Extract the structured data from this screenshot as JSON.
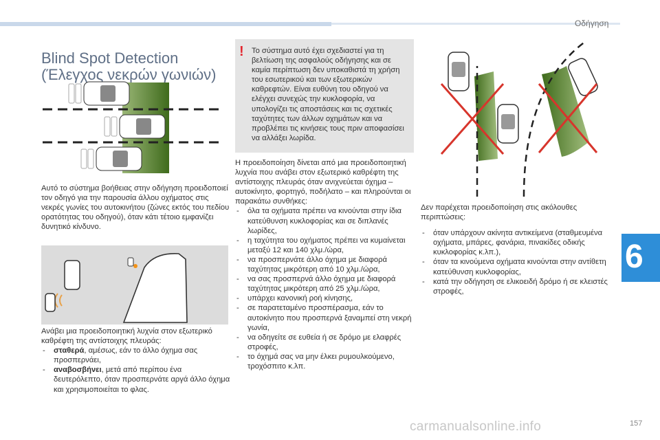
{
  "header": {
    "section": "Οδήγηση",
    "chapter_number": "6"
  },
  "title": "Blind Spot Detection (Έλεγχος νεκρών γωνιών)",
  "intro": "Αυτό το σύστημα βοήθειας στην οδήγηση προειδοποιεί τον οδηγό για την παρουσία άλλου οχήματος στις νεκρές γωνίες του αυτοκινήτου (ζώνες εκτός του πεδίου ορατότητας του οδηγού), όταν κάτι τέτοιο εμφανίζει δυνητικό κίνδυνο.",
  "warning": {
    "icon": "!",
    "text": "Το σύστημα αυτό έχει σχεδιαστεί για τη βελτίωση της ασφαλούς οδήγησης και σε καμία περίπτωση δεν υποκαθιστά τη χρήση του εσωτερικού και των εξωτερικών καθρεφτών. Είναι ευθύνη του οδηγού να ελέγχει συνεχώς την κυκλοφορία, να υπολογίζει τις αποστάσεις και τις σχετικές ταχύτητες των άλλων οχημάτων και να προβλέπει τις κινήσεις τους πριν αποφασίσει να αλλάξει λωρίδα."
  },
  "mirror_section": {
    "intro": "Ανάβει μια προειδοποιητική λυχνία στον εξωτερικό καθρέφτη της αντίστοιχης πλευράς:",
    "items": [
      {
        "bold": "σταθερά",
        "text": ", αμέσως, εάν το άλλο όχημα σας προσπερνάει,"
      },
      {
        "bold": "αναβοσβήνει",
        "text": ", μετά από περίπου ένα δευτερόλεπτο, όταν προσπερνάτε αργά άλλο όχημα και χρησιμοποιείται το φλας."
      }
    ]
  },
  "conditions": {
    "intro": "Η προειδοποίηση δίνεται από μια προειδοποιητική λυχνία που ανάβει στον εξωτερικό καθρέφτη της αντίστοιχης πλευράς όταν ανιχνεύεται όχημα – αυτοκίνητο, φορτηγό, ποδήλατο – και πληρούνται οι παρακάτω συνθήκες:",
    "items": [
      "όλα τα οχήματα πρέπει να κινούνται στην ίδια κατεύθυνση κυκλοφορίας και σε διπλανές λωρίδες,",
      "η ταχύτητα του οχήματος πρέπει να κυμαίνεται μεταξύ 12 και 140 χλμ./ώρα,",
      "να προσπερνάτε άλλο όχημα με διαφορά ταχύτητας μικρότερη από 10 χλμ./ώρα,",
      "να σας προσπερνά άλλο όχημα με διαφορά ταχύτητας μικρότερη από 25 χλμ./ώρα,",
      "υπάρχει κανονική ροή κίνησης,",
      "σε παρατεταμένο προσπέρασμα, εάν το αυτοκίνητο που προσπερνά ξαναμπεί στη νεκρή γωνία,",
      "να οδηγείτε σε ευθεία ή σε δρόμο με ελαφρές στροφές,",
      "το όχημά σας να μην έλκει ρυμουλκούμενο, τροχόσπιτο κ.λπ."
    ]
  },
  "exceptions": {
    "intro": "Δεν παρέχεται προειδοποίηση στις ακόλουθες περιπτώσεις:",
    "items": [
      "όταν υπάρχουν ακίνητα αντικείμενα (σταθμευμένα οχήματα, μπάρες, φανάρια, πινακίδες οδικής κυκλοφορίας κ.λπ.),",
      "όταν τα κινούμενα οχήματα κινούνται στην αντίθετη κατεύθυνση κυκλοφορίας,",
      "κατά την οδήγηση σε ελικοειδή δρόμο ή σε κλειστές στροφές,"
    ]
  },
  "figure_colors": {
    "zone_green": "#4d7b27",
    "cross_red": "#d7352c",
    "warning_red": "#e3262e",
    "accent_blue": "#2e8ed8"
  },
  "footer": {
    "page": "157",
    "watermark": "carmanualsonline.info"
  }
}
